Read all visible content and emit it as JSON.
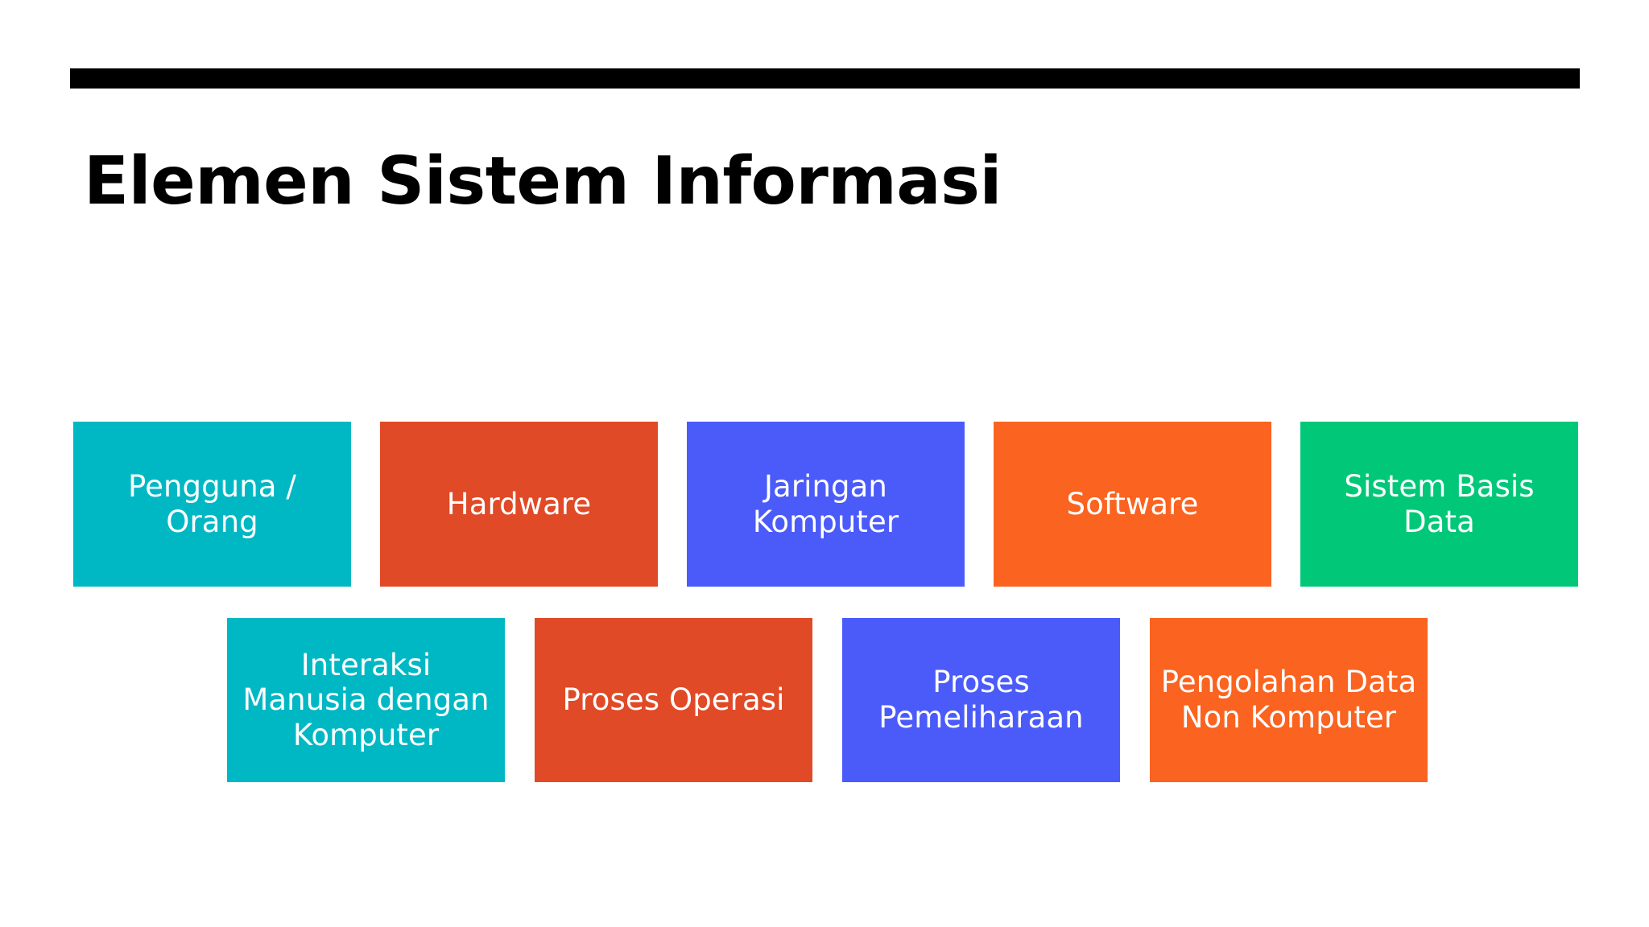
{
  "slide": {
    "title": "Elemen Sistem Informasi",
    "background_color": "#FFFFFF",
    "rule_color": "#000000",
    "title_color": "#000000"
  },
  "palette": {
    "teal": "#00B8C4",
    "red": "#E04A26",
    "blue": "#4B5BFA",
    "orange": "#FA6320",
    "green": "#00C878",
    "card_text": "#FFFFFF"
  },
  "rows": [
    {
      "name": "primary-elements",
      "cards": [
        {
          "label": "Pengguna / Orang",
          "color": "#00B8C4"
        },
        {
          "label": "Hardware",
          "color": "#E04A26"
        },
        {
          "label": "Jaringan Komputer",
          "color": "#4B5BFA"
        },
        {
          "label": "Software",
          "color": "#FA6320"
        },
        {
          "label": "Sistem Basis Data",
          "color": "#00C878"
        }
      ]
    },
    {
      "name": "secondary-elements",
      "cards": [
        {
          "label": "Interaksi Manusia dengan Komputer",
          "color": "#00B8C4"
        },
        {
          "label": "Proses Operasi",
          "color": "#E04A26"
        },
        {
          "label": "Proses Pemeliharaan",
          "color": "#4B5BFA"
        },
        {
          "label": "Pengolahan Data Non Komputer",
          "color": "#FA6320"
        }
      ]
    }
  ]
}
